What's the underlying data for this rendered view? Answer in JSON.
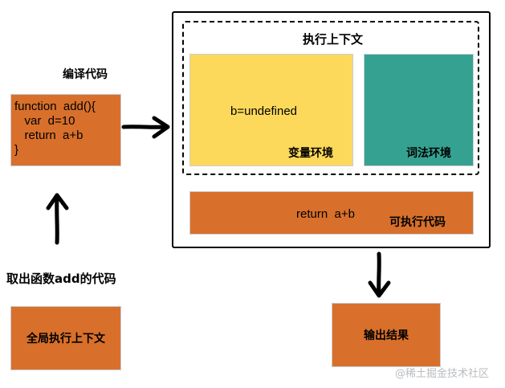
{
  "labels": {
    "compile": "编译代码",
    "fetch_code": "取出函数add的代码"
  },
  "code_box": {
    "lines": [
      "function  add(){",
      "   var  d=10",
      "   return  a+b",
      "}"
    ]
  },
  "global_context": {
    "label": "全局执行上下文"
  },
  "execution_context": {
    "title": "执行上下文",
    "variable_env": {
      "content": "b=undefined",
      "label": "变量环境"
    },
    "lexical_env": {
      "label": "词法环境"
    },
    "executable_code": {
      "content": "return  a+b",
      "label": "可执行代码"
    }
  },
  "output": {
    "label": "输出结果"
  },
  "watermark": "@稀土掘金技术社区",
  "colors": {
    "orange": "#d8702b",
    "yellow": "#fcd95a",
    "teal": "#35a291",
    "frame": "#000000"
  }
}
